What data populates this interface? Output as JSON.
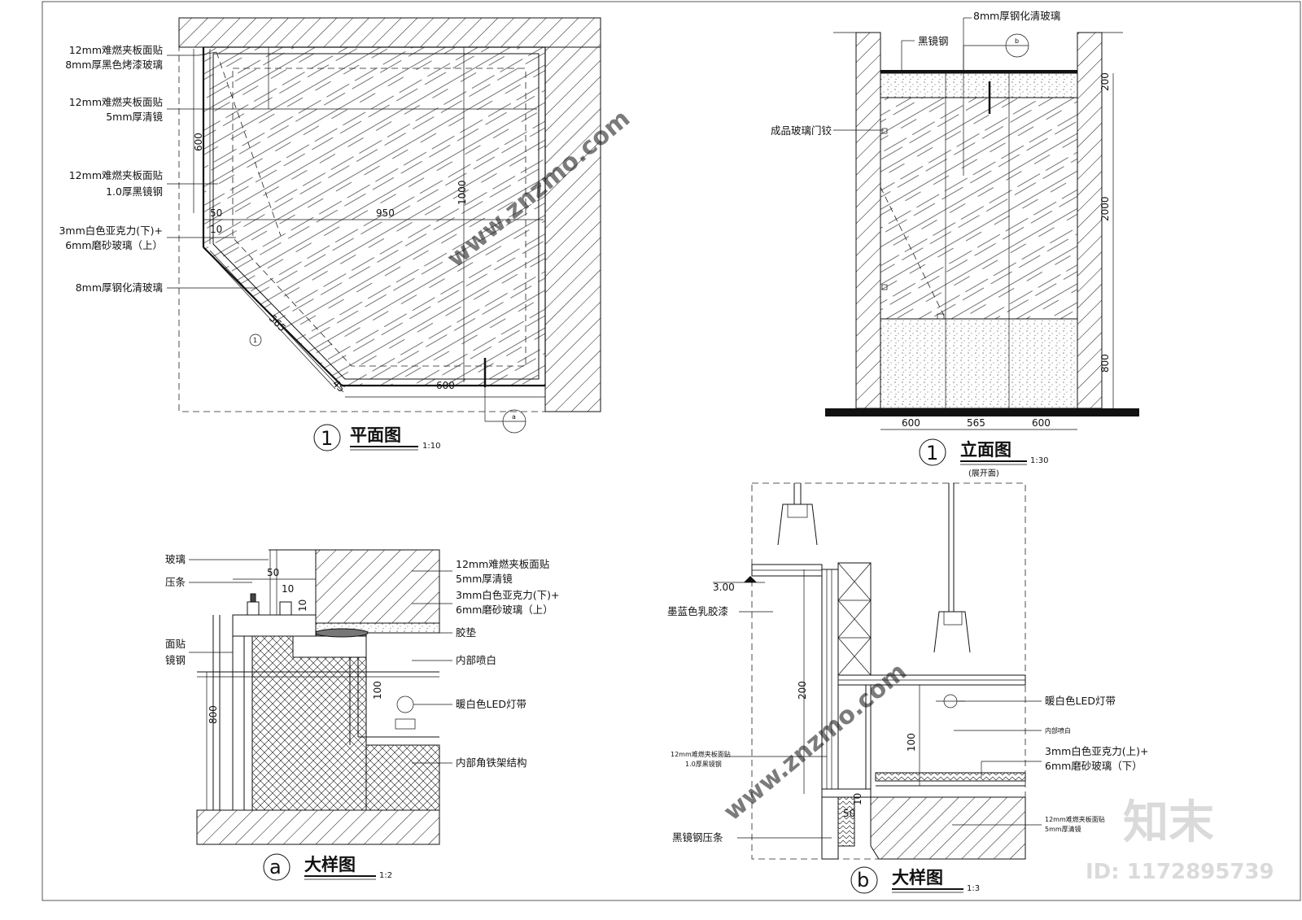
{
  "plan": {
    "title": "平面图",
    "number": "1",
    "scale": "1:10",
    "callouts": [
      [
        "12mm难燃夹板面贴",
        "8mm厚黑色烤漆玻璃"
      ],
      [
        "12mm难燃夹板面贴",
        "5mm厚清镜"
      ],
      [
        "12mm难燃夹板面贴",
        "1.0厚黑镜钢"
      ],
      [
        "3mm白色亚克力(下)+",
        "6mm磨砂玻璃（上）"
      ],
      [
        "8mm厚钢化清玻璃"
      ]
    ],
    "dims": {
      "d600_left": "600",
      "d50": "50",
      "d10": "10",
      "d950": "950",
      "d1000": "1000",
      "d565": "565",
      "d45": "45",
      "d600_bottom": "600"
    },
    "marker_a": "a",
    "marker_1": "1"
  },
  "elevation": {
    "title": "立面图",
    "subtitle": "(展开面)",
    "number": "1",
    "scale": "1:30",
    "callouts": [
      "8mm厚钢化清玻璃",
      "黑镜钢",
      "成品玻璃门铰"
    ],
    "marker_b": "b",
    "dims": {
      "h200": "200",
      "h2000": "2000",
      "h800": "800",
      "w600a": "600",
      "w565": "565",
      "w600b": "600"
    }
  },
  "detail_a": {
    "title": "大样图",
    "letter": "a",
    "scale": "1:2",
    "left_labels": [
      "玻璃",
      "压条",
      "面贴",
      "镜钢"
    ],
    "right_labels": [
      [
        "12mm难燃夹板面贴",
        "5mm厚清镜"
      ],
      [
        "3mm白色亚克力(下)+",
        "6mm磨砂玻璃（上）"
      ],
      [
        "胶垫"
      ],
      [
        "内部喷白"
      ],
      [
        "暖白色LED灯带"
      ],
      [
        "内部角铁架结构"
      ]
    ],
    "dims": {
      "d50": "50",
      "d10a": "10",
      "d10b": "10",
      "d100": "100",
      "d800": "800"
    }
  },
  "detail_b": {
    "title": "大样图",
    "letter": "b",
    "scale": "1:3",
    "level": "3.00",
    "left_labels": [
      "墨蓝色乳胶漆",
      "黑镜钢压条"
    ],
    "left_small": [
      "12mm难燃夹板面贴",
      "1.0厚黑镜钢"
    ],
    "right_labels": [
      [
        "暖白色LED灯带"
      ],
      [
        "内部喷白"
      ],
      [
        "3mm白色亚克力(上)+",
        "6mm磨砂玻璃（下）"
      ]
    ],
    "right_small": [
      "12mm难燃夹板面贴",
      "5mm厚清镜"
    ],
    "dims": {
      "d200": "200",
      "d100": "100",
      "d50": "50",
      "d10": "10"
    }
  },
  "watermark": {
    "brand": "知末",
    "id": "ID: 1172895739",
    "site": "www.znzmo.com"
  }
}
